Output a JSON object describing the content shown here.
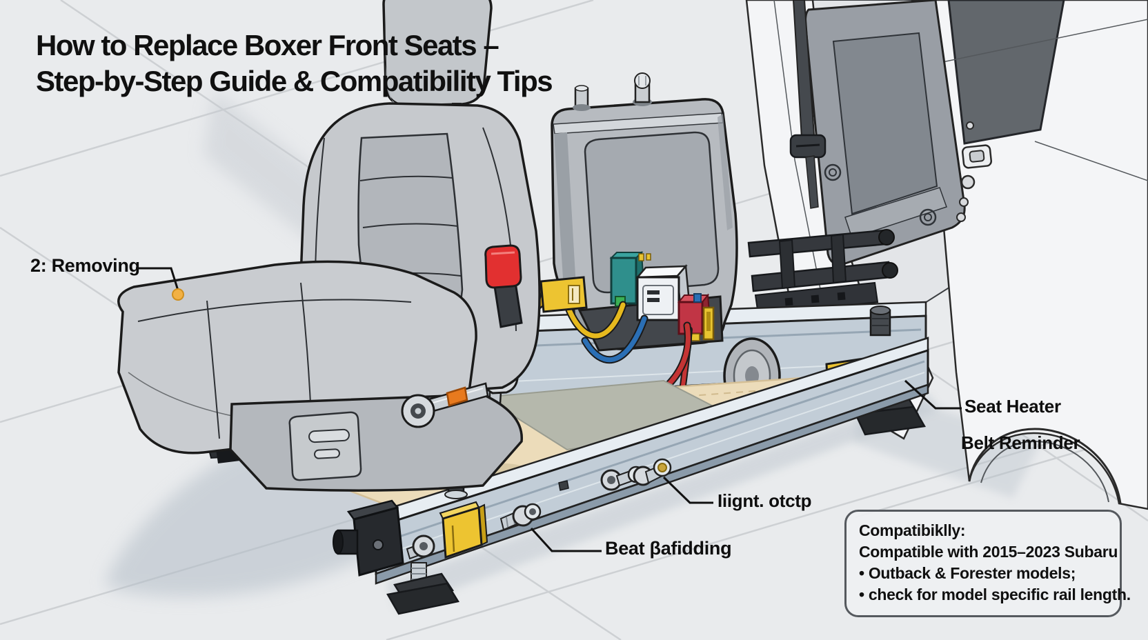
{
  "title": {
    "line1": "How to Replace Boxer Front Seats –",
    "line2": "Step-by-Step Guide & Compatibility Tips"
  },
  "callouts": {
    "removing": "2: Removing",
    "seat_heater": "Seat Heater",
    "belt_reminder": "Belt Reminder",
    "light": "Iiignt. otctp",
    "padding": "Beat βafidding"
  },
  "compatibility": {
    "heading": "Compatibiklly:",
    "line1": "Compatible with 2015–2023 Subaru",
    "bullet1": "• Outback & Forester models;",
    "bullet2": "• check for model specific rail length."
  },
  "colors": {
    "marker_yellow": "#f2b144",
    "rail_connector_yellow": "#edc431",
    "buckle_red": "#e23030",
    "wire_red": "#c43434",
    "wire_blue": "#2b6fb5",
    "wire_yellow": "#e6b91e",
    "connector_teal": "#2f8f8c",
    "connector_red": "#c13545",
    "lever_red": "#cf2b2b",
    "rail_silver": "#c2cdd7",
    "floor_gray": "#e9ebed"
  }
}
